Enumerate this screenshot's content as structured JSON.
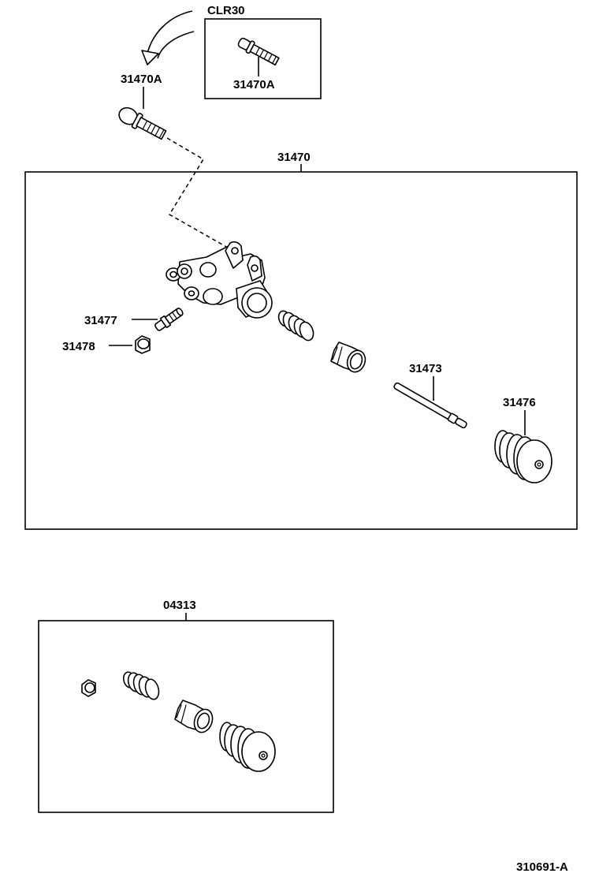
{
  "diagram": {
    "labels": {
      "clr30": "CLR30",
      "bolt_main": "31470A",
      "bolt_inset": "31470A",
      "assembly": "31470",
      "bleeder_plug": "31477",
      "bleeder_cap": "31478",
      "push_rod": "31473",
      "boot": "31476",
      "kit": "04313",
      "drawing_number": "310691-A"
    }
  }
}
